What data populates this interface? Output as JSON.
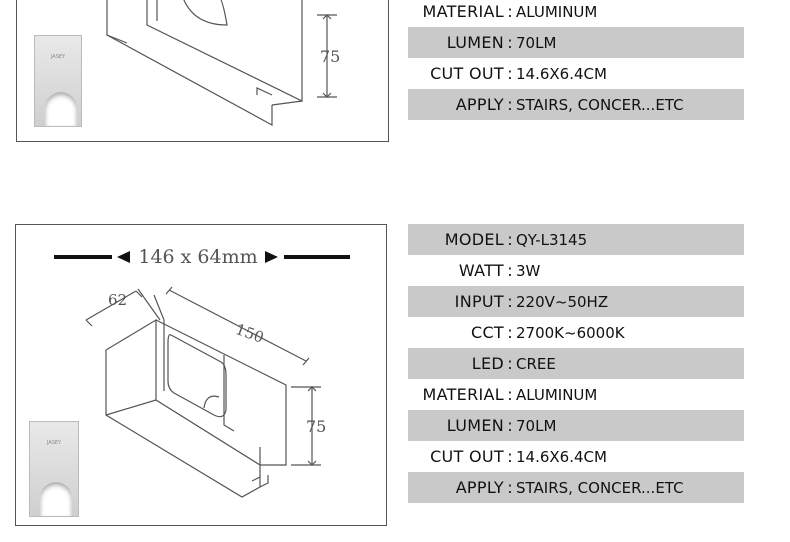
{
  "top_panel": {
    "dim_w": "75",
    "specs": [
      {
        "label": "MATERIAL",
        "value": "ALUMINUM",
        "shaded": false
      },
      {
        "label": "LUMEN",
        "value": "70LM",
        "shaded": true
      },
      {
        "label": "CUT OUT",
        "value": "14.6X6.4CM",
        "shaded": false
      },
      {
        "label": "APPLY",
        "value": "STAIRS, CONCER...ETC",
        "shaded": true
      }
    ],
    "thumb_logo": "JASEY"
  },
  "bottom_panel": {
    "size_label": "146 x 64mm",
    "dim_depth": "62",
    "dim_length": "150",
    "dim_height": "75",
    "thumb_logo": "JASEY",
    "specs": [
      {
        "label": "MODEL",
        "value": "QY-L3145",
        "shaded": true
      },
      {
        "label": "WATT",
        "value": "3W",
        "shaded": false
      },
      {
        "label": "INPUT",
        "value": "220V~50HZ",
        "shaded": true
      },
      {
        "label": "CCT",
        "value": "2700K~6000K",
        "shaded": false
      },
      {
        "label": "LED",
        "value": "CREE",
        "shaded": true
      },
      {
        "label": "MATERIAL",
        "value": "ALUMINUM",
        "shaded": false
      },
      {
        "label": "LUMEN",
        "value": "70LM",
        "shaded": true
      },
      {
        "label": "CUT OUT",
        "value": "14.6X6.4CM",
        "shaded": false
      },
      {
        "label": "APPLY",
        "value": "STAIRS, CONCER...ETC",
        "shaded": true
      }
    ]
  },
  "separator": ":"
}
